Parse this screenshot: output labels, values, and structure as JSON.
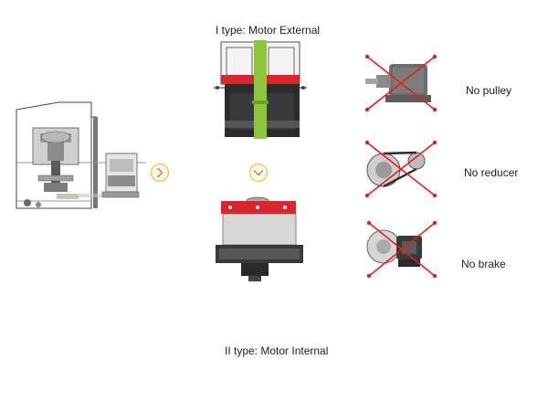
{
  "diagram": {
    "type_one_label": "I type: Motor External",
    "type_two_label": "II type: Motor Internal",
    "excluded_parts": [
      {
        "label": "No pulley",
        "icon": "gear-reducer-icon"
      },
      {
        "label": "No reducer",
        "icon": "belt-pulley-icon"
      },
      {
        "label": "No brake",
        "icon": "brake-disc-icon"
      }
    ],
    "arrows": {
      "right": "chevron-right-icon",
      "down": "chevron-down-icon"
    },
    "colors": {
      "accent_green": "#8cc63f",
      "motor_red": "#d9262b",
      "cross_red": "#e02020",
      "arrow_ring": "#f2c15a",
      "machine_gray": "#6d6d6d",
      "motor_dark": "#2b2b2b"
    }
  }
}
